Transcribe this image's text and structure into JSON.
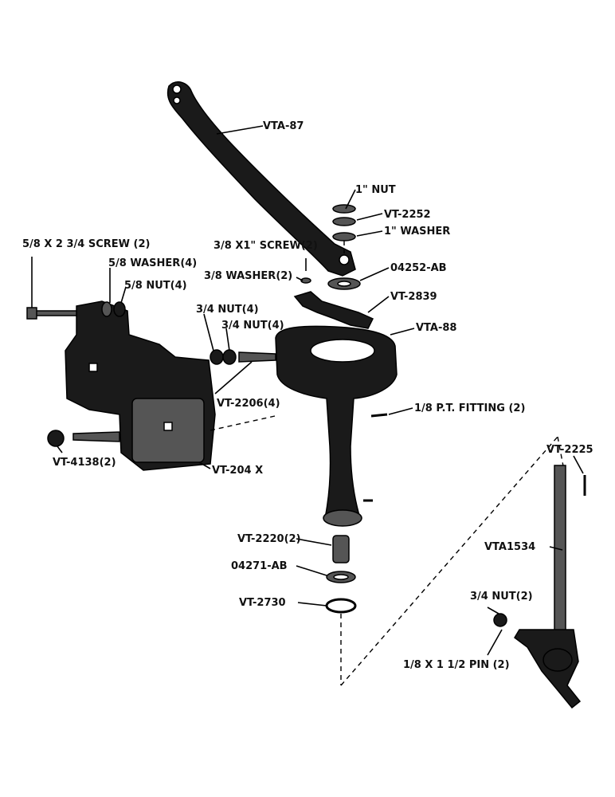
{
  "colors": {
    "ink": "#111111",
    "paper": "#ffffff"
  },
  "labels": {
    "vta87": "VTA-87",
    "nut1": "1\" NUT",
    "vt2252": "VT-2252",
    "washer1": "1\" WASHER",
    "screw58": "5/8 X 2 3/4 SCREW (2)",
    "washer58": "5/8 WASHER(4)",
    "nut58": "5/8 NUT(4)",
    "screw38": "3/8 X1\" SCREW(2)",
    "washer38": "3/8 WASHER(2)",
    "p04252": "04252-AB",
    "vt2839": "VT-2839",
    "vta88": "VTA-88",
    "nut34a": "3/4 NUT(4)",
    "nut34b": "3/4 NUT(4)",
    "vt2206": "VT-2206(4)",
    "ptfitting": "1/8 P.T. FITTING (2)",
    "vt4138": "VT-4138(2)",
    "vt204x": "VT-204 X",
    "vt2225": "VT-2225",
    "vta1534": "VTA1534",
    "vt2220": "VT-2220(2)",
    "p04271": "04271-AB",
    "vt2730": "VT-2730",
    "nut34c": "3/4 NUT(2)",
    "pin": "1/8 X 1 1/2 PIN (2)"
  }
}
